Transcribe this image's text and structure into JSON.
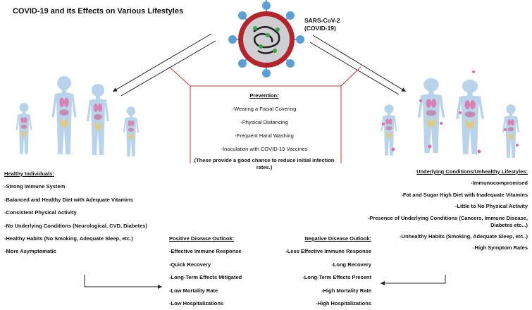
{
  "title": "COVID-19 and its Effects on Various Lifestyles",
  "virus": {
    "line1": "SARS-CoV-2",
    "line2": "(COVID-19)"
  },
  "prevention": {
    "heading": "Prevention:",
    "items": [
      "-Wearing a Facial Covering",
      "-Physical Distancing",
      "-Frequent Hand Washing",
      "-Inoculation with COVID-19 Vaccines"
    ],
    "note": "(These provide a good chance to reduce initial infection rates.)"
  },
  "healthy": {
    "heading": "Healthy Individuals:",
    "items": [
      "-Strong Immune System",
      "-Balanced and Healthy Diet with Adequate Vitamins",
      "-Consistent Physical Activity",
      "-No Underlying Conditions (Neurological, CVD, Diabetes)",
      "-Healthy Habits (No Smoking, Adequate Sleep, etc.)",
      "-More Asymptomatic"
    ]
  },
  "positive": {
    "heading": "Positive Disease Outlook:",
    "items": [
      "-Effective Immune Response",
      "-Quick Recovery",
      "-Long-Term Effects Mitigated",
      "-Low Mortality Rate",
      "-Low Hospitalizations"
    ]
  },
  "negative": {
    "heading": "Negative Disease Outlook:",
    "items": [
      "-Less Effective Immune Response",
      "-Long Recovery",
      "-Long-Term Effects Present",
      "-High Mortality Rate",
      "-High Hospitalizations"
    ]
  },
  "unhealthy": {
    "heading": "Underlying Conditions/Unhealthy Lifestyles:",
    "items": [
      "-Immunocompromised",
      "-Fat and Sugar High Diet with Inadequate Vitamins",
      "-Little to No Physical Activity",
      "-Presence of Underlying Conditions (Cancers, Immune Disease, Diabetes etc...)",
      "-Unhealthy Habits (Smoking, Adequate Sleep, etc..)",
      "-High Symptom Rates"
    ]
  },
  "colors": {
    "body": "#b9d3ea",
    "organ": "#e06aa6",
    "virus": "#b5242d",
    "spike": "#5b9fd8",
    "bracket": "#d03030"
  }
}
